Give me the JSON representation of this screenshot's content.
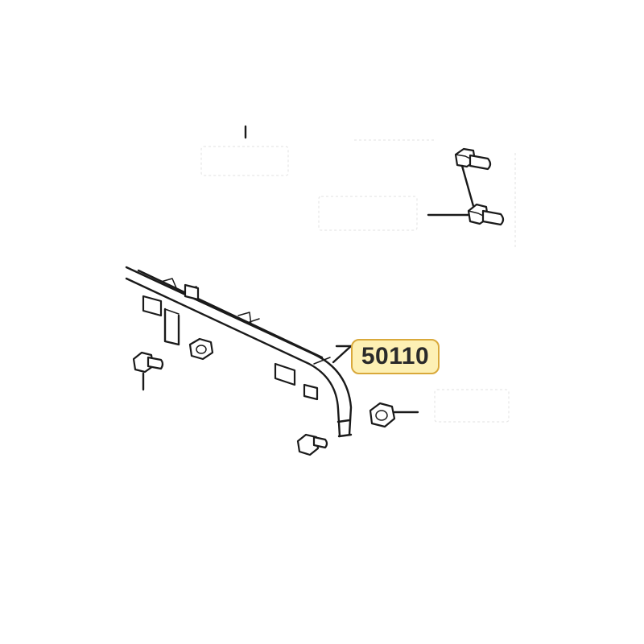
{
  "diagram": {
    "callout": {
      "part_number": "50110",
      "fill_color": "#fdf0b4",
      "border_color": "#d9a93b"
    },
    "parts": [
      "frame-rail",
      "flange-bolt",
      "flange-nut"
    ]
  }
}
